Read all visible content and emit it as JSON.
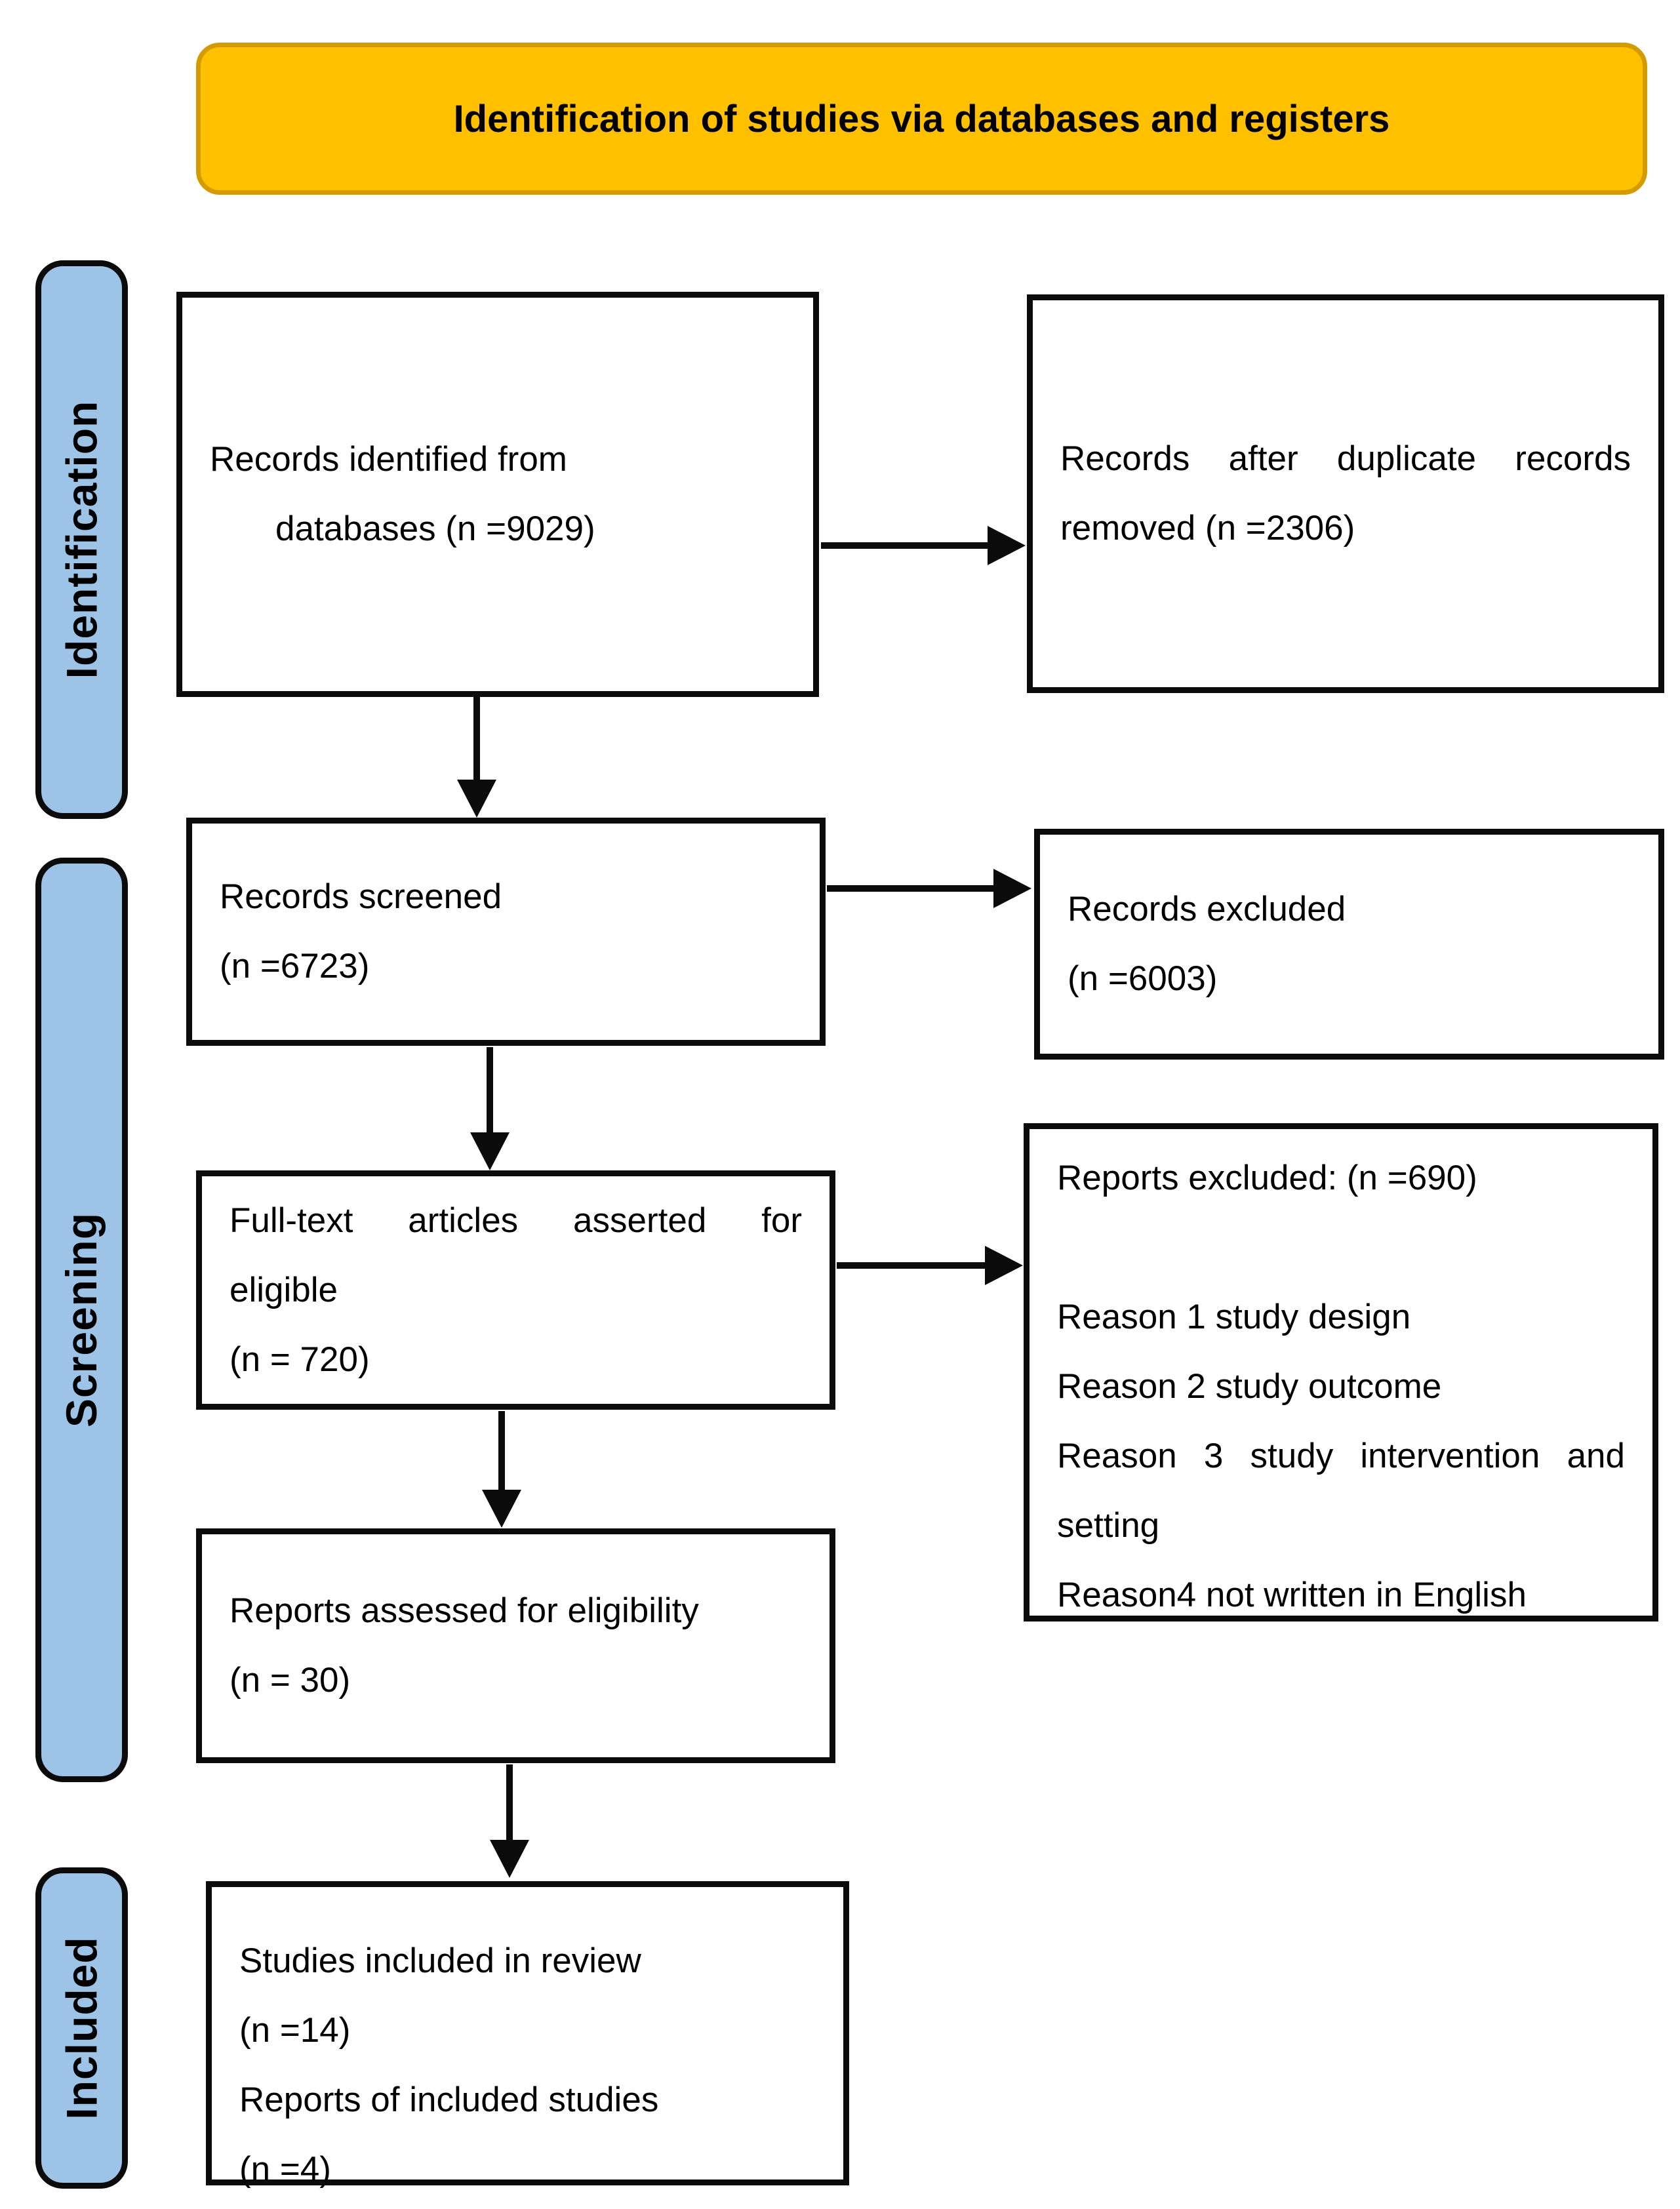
{
  "header": {
    "title": "Identification of studies via databases and registers"
  },
  "sidebar": {
    "identification_label": "Identification",
    "screening_label": "Screening",
    "included_label": "Included"
  },
  "boxes": {
    "records_identified": {
      "lines": [
        "Records identified from",
        "databases (n =9029)"
      ]
    },
    "duplicates_removed": {
      "lines": [
        "Records after duplicate records",
        "removed (n =2306)"
      ]
    },
    "records_screened": {
      "lines": [
        "Records screened",
        "(n =6723)"
      ]
    },
    "records_excluded": {
      "lines": [
        "Records excluded",
        "(n =6003)"
      ]
    },
    "fulltext_assessed": {
      "lines": [
        "Full-text articles asserted for",
        "eligible",
        "(n = 720)"
      ]
    },
    "reports_excluded": {
      "lines": [
        "Reports excluded: (n =690)",
        "",
        "Reason 1 study design",
        "Reason 2 study outcome",
        "Reason 3 study intervention and",
        "setting",
        "Reason4 not written in English"
      ]
    },
    "reports_assessed": {
      "lines": [
        "Reports assessed for eligibility",
        "(n = 30)"
      ]
    },
    "studies_included": {
      "lines": [
        "Studies included in review",
        "(n =14)",
        "Reports of included studies",
        "(n =4)"
      ]
    }
  },
  "colors": {
    "banner_fill": "#FFC000",
    "banner_border": "#D39B00",
    "stage_fill": "#9DC3E6",
    "box_border": "#0b0b0b",
    "arrow": "#0b0b0b",
    "text": "#000000"
  }
}
